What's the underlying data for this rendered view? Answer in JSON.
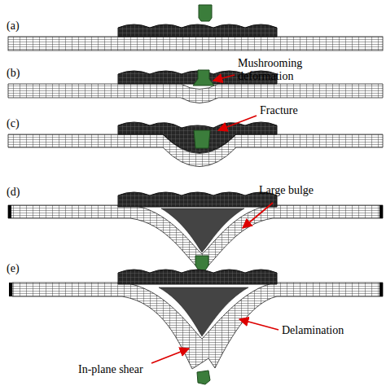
{
  "diagram": {
    "labels": [
      "(a)",
      "(b)",
      "Mushrooming deformation",
      "(c)",
      "Fracture",
      "(d)",
      "Large bulge",
      "(e)",
      "In-plane shear",
      "Delamination"
    ]
  }
}
